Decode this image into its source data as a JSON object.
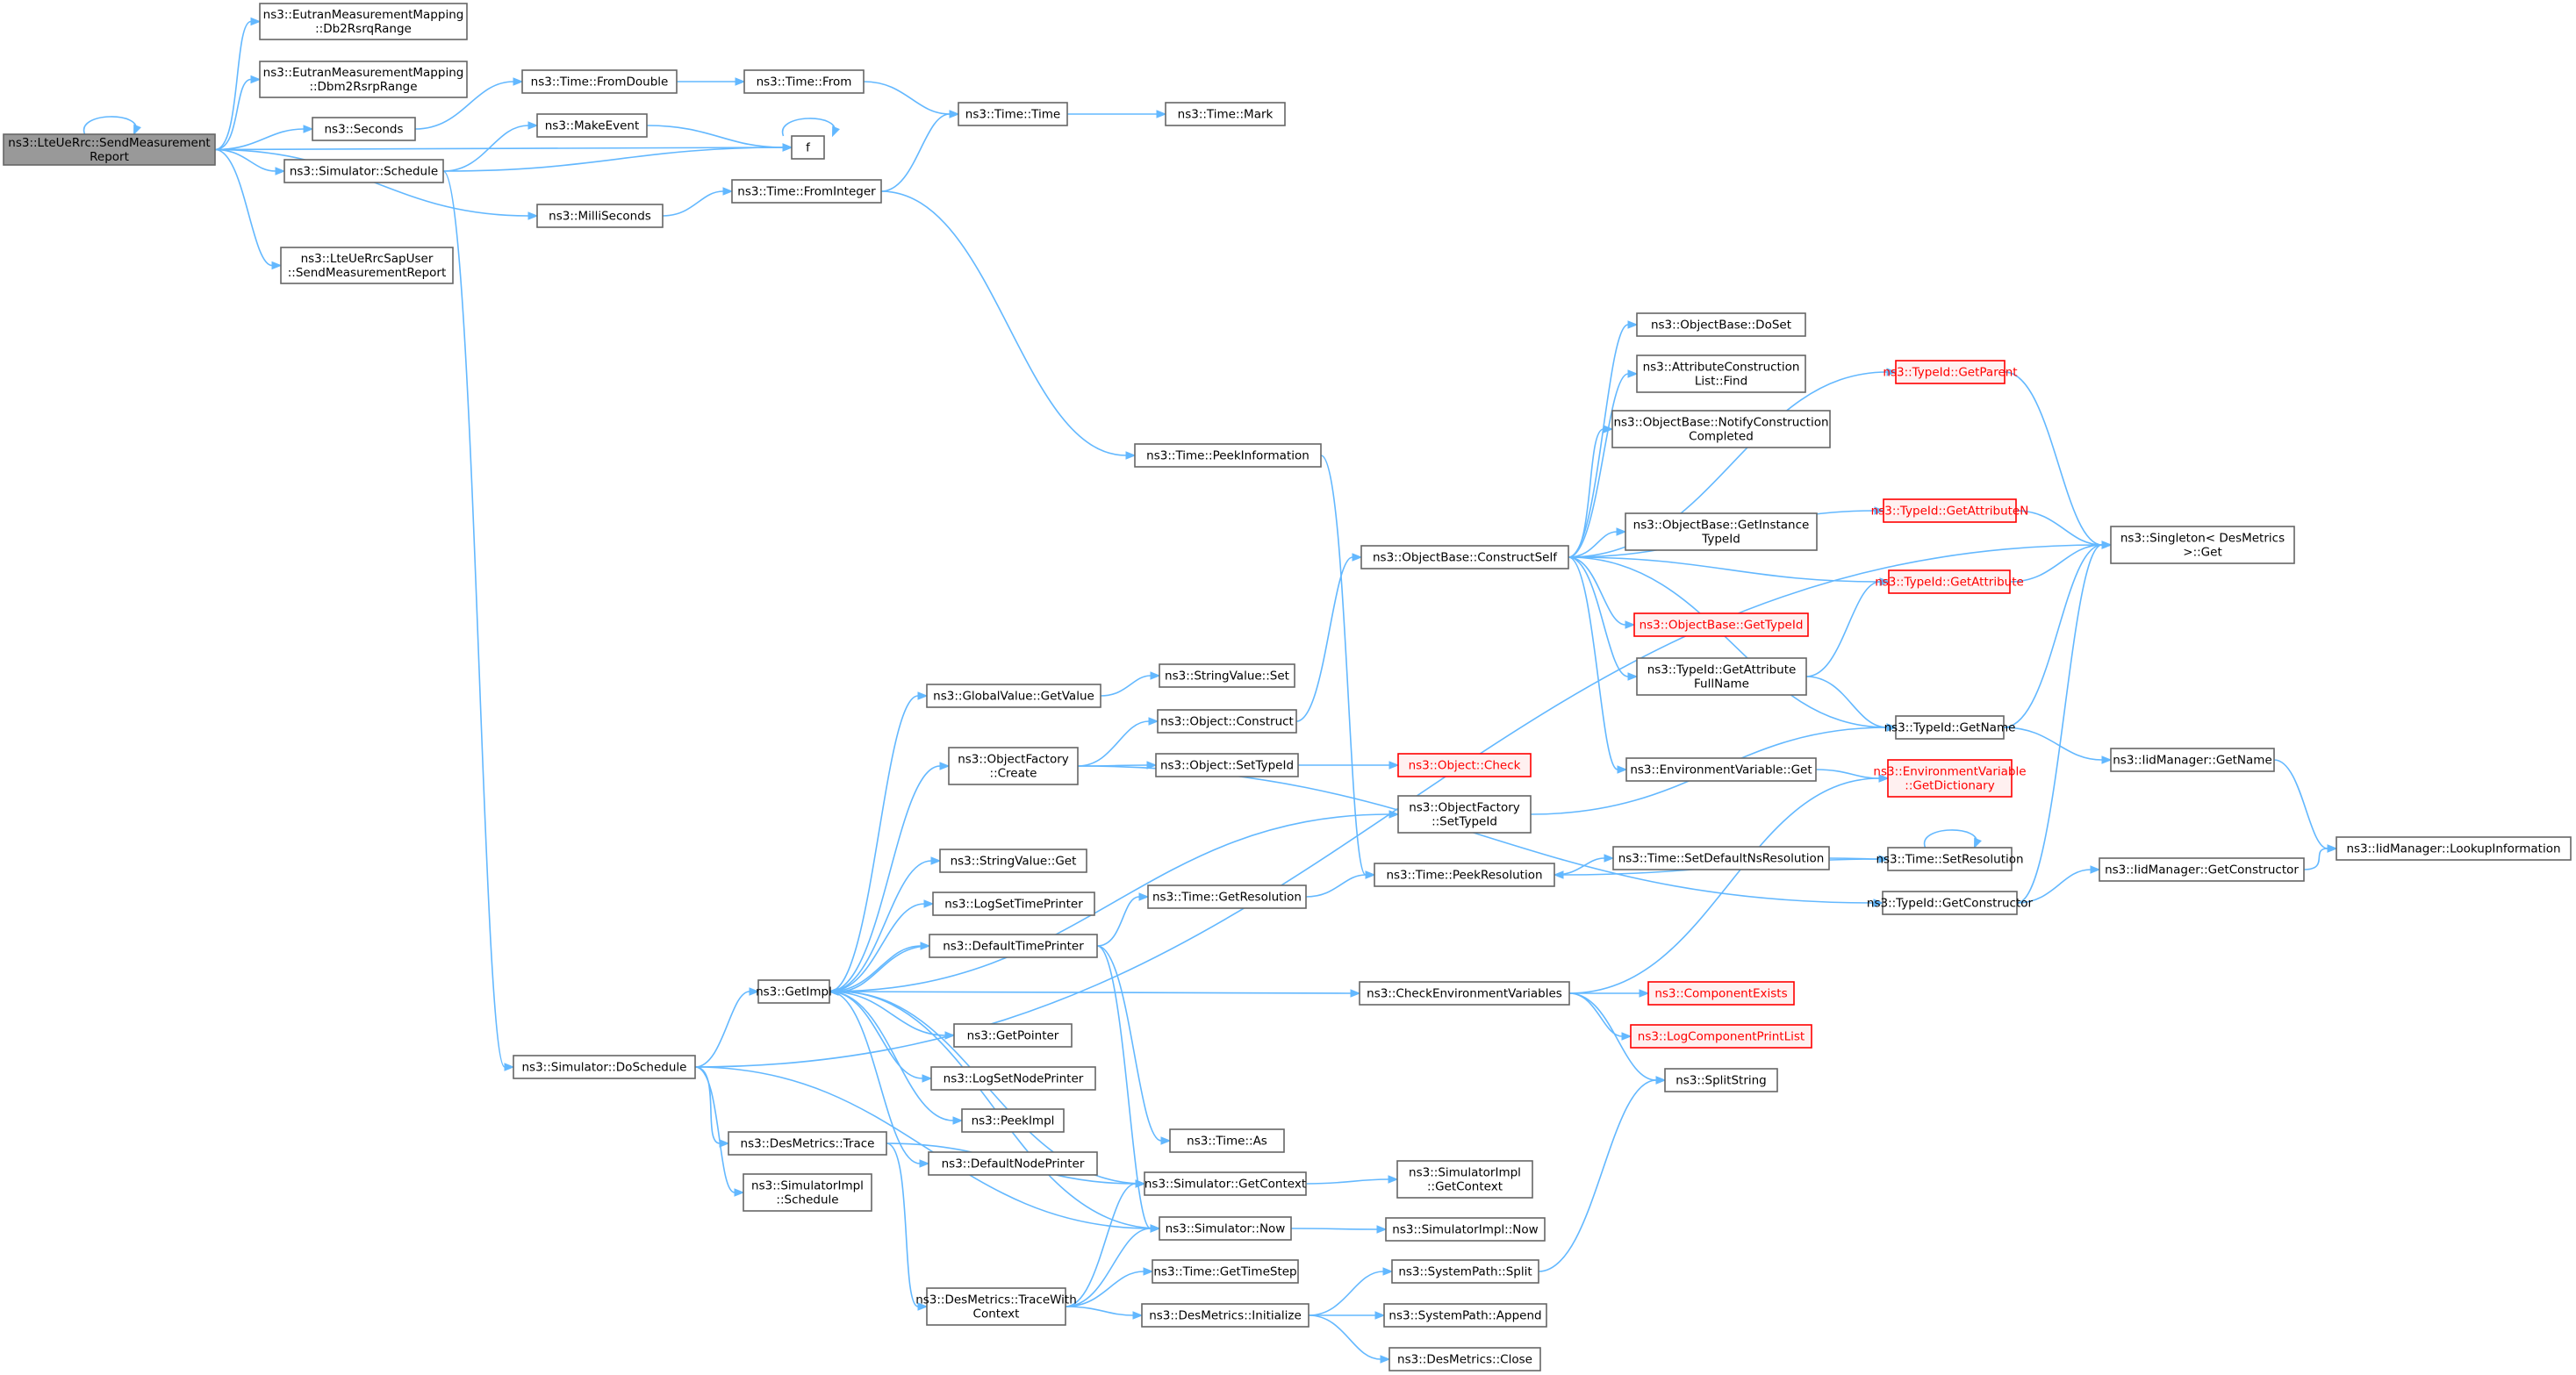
{
  "graph": {
    "nodes": [
      {
        "id": "root",
        "lines": [
          "ns3::LteUeRrc::SendMeasurement",
          "Report"
        ],
        "style": "root"
      },
      {
        "id": "db2rsrq",
        "lines": [
          "ns3::EutranMeasurementMapping",
          "::Db2RsrqRange"
        ]
      },
      {
        "id": "dbm2rsrp",
        "lines": [
          "ns3::EutranMeasurementMapping",
          "::Dbm2RsrpRange"
        ]
      },
      {
        "id": "seconds",
        "lines": [
          "ns3::Seconds"
        ]
      },
      {
        "id": "schedule",
        "lines": [
          "ns3::Simulator::Schedule"
        ]
      },
      {
        "id": "milliseconds",
        "lines": [
          "ns3::MilliSeconds"
        ]
      },
      {
        "id": "saprpt",
        "lines": [
          "ns3::LteUeRrcSapUser",
          "::SendMeasurementReport"
        ]
      },
      {
        "id": "fromdouble",
        "lines": [
          "ns3::Time::FromDouble"
        ]
      },
      {
        "id": "makeevent",
        "lines": [
          "ns3::MakeEvent"
        ]
      },
      {
        "id": "timefrom",
        "lines": [
          "ns3::Time::From"
        ]
      },
      {
        "id": "f",
        "lines": [
          "f"
        ]
      },
      {
        "id": "fromint",
        "lines": [
          "ns3::Time::FromInteger"
        ]
      },
      {
        "id": "timetime",
        "lines": [
          "ns3::Time::Time"
        ]
      },
      {
        "id": "timemark",
        "lines": [
          "ns3::Time::Mark"
        ]
      },
      {
        "id": "peekinfo",
        "lines": [
          "ns3::Time::PeekInformation"
        ]
      },
      {
        "id": "doschedule",
        "lines": [
          "ns3::Simulator::DoSchedule"
        ]
      },
      {
        "id": "getimpl",
        "lines": [
          "ns3::GetImpl"
        ]
      },
      {
        "id": "destrace",
        "lines": [
          "ns3::DesMetrics::Trace"
        ]
      },
      {
        "id": "simimplsched",
        "lines": [
          "ns3::SimulatorImpl",
          "::Schedule"
        ]
      },
      {
        "id": "tracewith",
        "lines": [
          "ns3::DesMetrics::TraceWith",
          "Context"
        ]
      },
      {
        "id": "gvgetvalue",
        "lines": [
          "ns3::GlobalValue::GetValue"
        ]
      },
      {
        "id": "ofcreate",
        "lines": [
          "ns3::ObjectFactory",
          "::Create"
        ]
      },
      {
        "id": "svget",
        "lines": [
          "ns3::StringValue::Get"
        ]
      },
      {
        "id": "logsettime",
        "lines": [
          "ns3::LogSetTimePrinter"
        ]
      },
      {
        "id": "deftimeprinter",
        "lines": [
          "ns3::DefaultTimePrinter"
        ]
      },
      {
        "id": "getpointer",
        "lines": [
          "ns3::GetPointer"
        ]
      },
      {
        "id": "logsetnode",
        "lines": [
          "ns3::LogSetNodePrinter"
        ]
      },
      {
        "id": "peekimpl",
        "lines": [
          "ns3::PeekImpl"
        ]
      },
      {
        "id": "defnodeprinter",
        "lines": [
          "ns3::DefaultNodePrinter"
        ]
      },
      {
        "id": "svset",
        "lines": [
          "ns3::StringValue::Set"
        ]
      },
      {
        "id": "objconstruct",
        "lines": [
          "ns3::Object::Construct"
        ]
      },
      {
        "id": "objsettypeid",
        "lines": [
          "ns3::Object::SetTypeId"
        ]
      },
      {
        "id": "objcheck",
        "lines": [
          "ns3::Object::Check"
        ],
        "style": "red"
      },
      {
        "id": "ofsettypeid",
        "lines": [
          "ns3::ObjectFactory",
          "::SetTypeId"
        ]
      },
      {
        "id": "getres",
        "lines": [
          "ns3::Time::GetResolution"
        ]
      },
      {
        "id": "peekres",
        "lines": [
          "ns3::Time::PeekResolution"
        ]
      },
      {
        "id": "checkenv",
        "lines": [
          "ns3::CheckEnvironmentVariables"
        ]
      },
      {
        "id": "timeas",
        "lines": [
          "ns3::Time::As"
        ]
      },
      {
        "id": "simgetctx",
        "lines": [
          "ns3::Simulator::GetContext"
        ]
      },
      {
        "id": "simnow",
        "lines": [
          "ns3::Simulator::Now"
        ]
      },
      {
        "id": "gettimestep",
        "lines": [
          "ns3::Time::GetTimeStep"
        ]
      },
      {
        "id": "desinit",
        "lines": [
          "ns3::DesMetrics::Initialize"
        ]
      },
      {
        "id": "simimplgetctx",
        "lines": [
          "ns3::SimulatorImpl",
          "::GetContext"
        ]
      },
      {
        "id": "simimplnow",
        "lines": [
          "ns3::SimulatorImpl::Now"
        ]
      },
      {
        "id": "spsplit",
        "lines": [
          "ns3::SystemPath::Split"
        ]
      },
      {
        "id": "spappend",
        "lines": [
          "ns3::SystemPath::Append"
        ]
      },
      {
        "id": "desclose",
        "lines": [
          "ns3::DesMetrics::Close"
        ]
      },
      {
        "id": "constructself",
        "lines": [
          "ns3::ObjectBase::ConstructSelf"
        ]
      },
      {
        "id": "doset",
        "lines": [
          "ns3::ObjectBase::DoSet"
        ]
      },
      {
        "id": "acfind",
        "lines": [
          "ns3::AttributeConstruction",
          "List::Find"
        ]
      },
      {
        "id": "notifycc",
        "lines": [
          "ns3::ObjectBase::NotifyConstruction",
          "Completed"
        ]
      },
      {
        "id": "getinst",
        "lines": [
          "ns3::ObjectBase::GetInstance",
          "TypeId"
        ]
      },
      {
        "id": "obgettypeid",
        "lines": [
          "ns3::ObjectBase::GetTypeId"
        ],
        "style": "red"
      },
      {
        "id": "getattrfull",
        "lines": [
          "ns3::TypeId::GetAttribute",
          "FullName"
        ]
      },
      {
        "id": "envget",
        "lines": [
          "ns3::EnvironmentVariable::Get"
        ]
      },
      {
        "id": "setdefns",
        "lines": [
          "ns3::Time::SetDefaultNsResolution"
        ]
      },
      {
        "id": "compexists",
        "lines": [
          "ns3::ComponentExists"
        ],
        "style": "red"
      },
      {
        "id": "logcomplist",
        "lines": [
          "ns3::LogComponentPrintList"
        ],
        "style": "red"
      },
      {
        "id": "splitstring",
        "lines": [
          "ns3::SplitString"
        ]
      },
      {
        "id": "getparent",
        "lines": [
          "ns3::TypeId::GetParent"
        ],
        "style": "red"
      },
      {
        "id": "getattrn",
        "lines": [
          "ns3::TypeId::GetAttributeN"
        ],
        "style": "red"
      },
      {
        "id": "getattr",
        "lines": [
          "ns3::TypeId::GetAttribute"
        ],
        "style": "red"
      },
      {
        "id": "tidgetname",
        "lines": [
          "ns3::TypeId::GetName"
        ]
      },
      {
        "id": "envgetdict",
        "lines": [
          "ns3::EnvironmentVariable",
          "::GetDictionary"
        ],
        "style": "red"
      },
      {
        "id": "setres",
        "lines": [
          "ns3::Time::SetResolution"
        ]
      },
      {
        "id": "getctor",
        "lines": [
          "ns3::TypeId::GetConstructor"
        ]
      },
      {
        "id": "singleton",
        "lines": [
          "ns3::Singleton< DesMetrics",
          " >::Get"
        ]
      },
      {
        "id": "iidgetname",
        "lines": [
          "ns3::IidManager::GetName"
        ]
      },
      {
        "id": "iidgetctor",
        "lines": [
          "ns3::IidManager::GetConstructor"
        ]
      },
      {
        "id": "iidlookup",
        "lines": [
          "ns3::IidManager::LookupInformation"
        ]
      }
    ],
    "edges": [
      [
        "root",
        "root"
      ],
      [
        "root",
        "db2rsrq"
      ],
      [
        "root",
        "dbm2rsrp"
      ],
      [
        "root",
        "seconds"
      ],
      [
        "root",
        "schedule"
      ],
      [
        "root",
        "f"
      ],
      [
        "root",
        "milliseconds"
      ],
      [
        "root",
        "saprpt"
      ],
      [
        "seconds",
        "fromdouble"
      ],
      [
        "fromdouble",
        "timefrom"
      ],
      [
        "timefrom",
        "timetime"
      ],
      [
        "timetime",
        "timemark"
      ],
      [
        "fromint",
        "timetime"
      ],
      [
        "fromint",
        "peekinfo"
      ],
      [
        "schedule",
        "makeevent"
      ],
      [
        "schedule",
        "f"
      ],
      [
        "schedule",
        "doschedule"
      ],
      [
        "makeevent",
        "f"
      ],
      [
        "f",
        "f"
      ],
      [
        "milliseconds",
        "fromint"
      ],
      [
        "peekinfo",
        "peekres"
      ],
      [
        "doschedule",
        "singleton"
      ],
      [
        "doschedule",
        "getimpl"
      ],
      [
        "doschedule",
        "destrace"
      ],
      [
        "doschedule",
        "simimplsched"
      ],
      [
        "doschedule",
        "simnow"
      ],
      [
        "destrace",
        "simgetctx"
      ],
      [
        "destrace",
        "tracewith"
      ],
      [
        "tracewith",
        "simgetctx"
      ],
      [
        "tracewith",
        "simnow"
      ],
      [
        "tracewith",
        "gettimestep"
      ],
      [
        "tracewith",
        "desinit"
      ],
      [
        "getimpl",
        "gvgetvalue"
      ],
      [
        "getimpl",
        "ofcreate"
      ],
      [
        "getimpl",
        "ofsettypeid"
      ],
      [
        "getimpl",
        "svget"
      ],
      [
        "getimpl",
        "logsettime"
      ],
      [
        "getimpl",
        "deftimeprinter"
      ],
      [
        "getimpl",
        "getpointer"
      ],
      [
        "getimpl",
        "logsetnode"
      ],
      [
        "getimpl",
        "peekimpl"
      ],
      [
        "getimpl",
        "defnodeprinter"
      ],
      [
        "getimpl",
        "checkenv"
      ],
      [
        "deftimeprinter",
        "getimpl"
      ],
      [
        "deftimeprinter",
        "getres"
      ],
      [
        "deftimeprinter",
        "timeas"
      ],
      [
        "deftimeprinter",
        "simnow"
      ],
      [
        "simgetctx",
        "getimpl"
      ],
      [
        "simnow",
        "getimpl"
      ],
      [
        "simgetctx",
        "simimplgetctx"
      ],
      [
        "simnow",
        "simimplnow"
      ],
      [
        "gvgetvalue",
        "svset"
      ],
      [
        "ofcreate",
        "objconstruct"
      ],
      [
        "ofcreate",
        "objsettypeid"
      ],
      [
        "ofcreate",
        "getctor"
      ],
      [
        "objsettypeid",
        "objcheck"
      ],
      [
        "objconstruct",
        "constructself"
      ],
      [
        "getres",
        "peekres"
      ],
      [
        "peekres",
        "setdefns"
      ],
      [
        "setdefns",
        "setres"
      ],
      [
        "setres",
        "peekres"
      ],
      [
        "setres",
        "setres"
      ],
      [
        "checkenv",
        "envgetdict"
      ],
      [
        "checkenv",
        "compexists"
      ],
      [
        "checkenv",
        "logcomplist"
      ],
      [
        "checkenv",
        "splitstring"
      ],
      [
        "desinit",
        "spsplit"
      ],
      [
        "desinit",
        "spappend"
      ],
      [
        "desinit",
        "desclose"
      ],
      [
        "spsplit",
        "splitstring"
      ],
      [
        "constructself",
        "doset"
      ],
      [
        "constructself",
        "acfind"
      ],
      [
        "constructself",
        "notifycc"
      ],
      [
        "constructself",
        "getparent"
      ],
      [
        "constructself",
        "getattrn"
      ],
      [
        "constructself",
        "getinst"
      ],
      [
        "constructself",
        "getattr"
      ],
      [
        "constructself",
        "obgettypeid"
      ],
      [
        "constructself",
        "getattrfull"
      ],
      [
        "constructself",
        "tidgetname"
      ],
      [
        "constructself",
        "envget"
      ],
      [
        "getattrfull",
        "getattr"
      ],
      [
        "getattrfull",
        "tidgetname"
      ],
      [
        "envget",
        "envgetdict"
      ],
      [
        "ofsettypeid",
        "tidgetname"
      ],
      [
        "getparent",
        "singleton"
      ],
      [
        "getattrn",
        "singleton"
      ],
      [
        "getattr",
        "singleton"
      ],
      [
        "tidgetname",
        "singleton"
      ],
      [
        "tidgetname",
        "iidgetname"
      ],
      [
        "iidgetname",
        "iidlookup"
      ],
      [
        "getctor",
        "singleton"
      ],
      [
        "getctor",
        "iidgetctor"
      ],
      [
        "iidgetctor",
        "iidlookup"
      ]
    ]
  }
}
